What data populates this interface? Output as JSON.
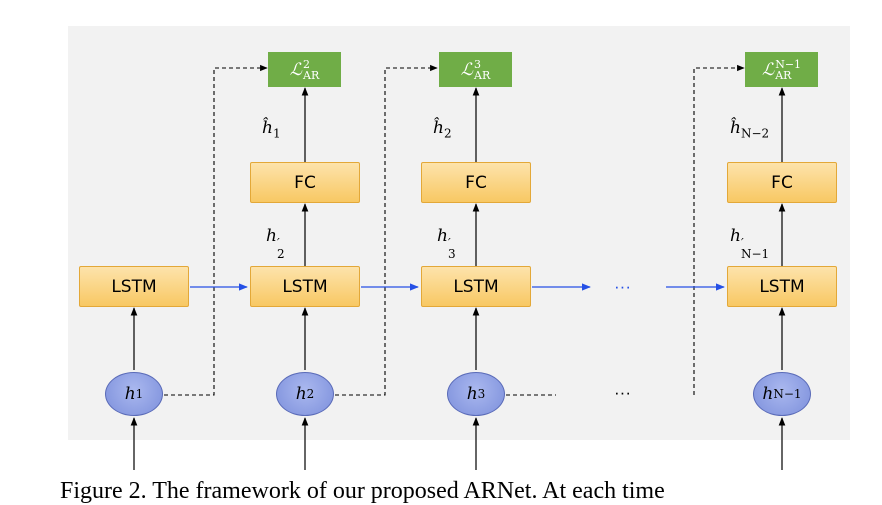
{
  "diagram": {
    "lstm_label": "LSTM",
    "fc_label": "FC",
    "loss_symbol": "ℒ",
    "loss_subscript": "AR",
    "losses": [
      {
        "sup": "2"
      },
      {
        "sup": "3"
      },
      {
        "sup": "N−1"
      }
    ],
    "inputs": [
      {
        "base": "h",
        "sub": "1"
      },
      {
        "base": "h",
        "sub": "2"
      },
      {
        "base": "h",
        "sub": "3"
      },
      {
        "base": "h",
        "sub": "N−1"
      }
    ],
    "hidden_hats": [
      {
        "base": "ĥ",
        "sub": "1"
      },
      {
        "base": "ĥ",
        "sub": "2"
      },
      {
        "base": "ĥ",
        "sub": "N−2"
      }
    ],
    "hidden_primes": [
      {
        "base": "h",
        "sup": "′",
        "sub": "2"
      },
      {
        "base": "h",
        "sup": "′",
        "sub": "3"
      },
      {
        "base": "h",
        "sup": "′",
        "sub": "N−1"
      }
    ],
    "ellipsis": "···",
    "ellipsis_bottom": "···"
  },
  "caption": "Figure 2. The framework of our proposed ARNet. At each time"
}
